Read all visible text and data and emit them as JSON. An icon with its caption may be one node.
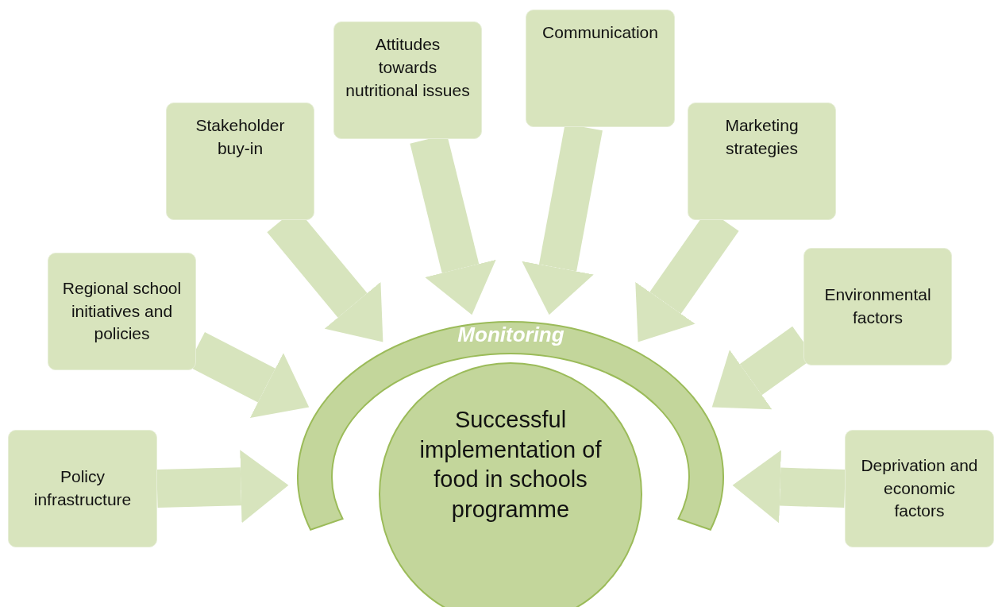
{
  "diagram": {
    "nodes": [
      {
        "text": [
          "Policy infrastructure"
        ]
      },
      {
        "text": [
          "Regional school initiatives and policies"
        ]
      },
      {
        "text": [
          "Stakeholder buy-in"
        ]
      },
      {
        "text": [
          "Attitudes towards nutritional issues"
        ]
      },
      {
        "text": [
          "Communication"
        ]
      },
      {
        "text": [
          "Marketing strategies"
        ]
      },
      {
        "text": [
          "Environmental factors"
        ]
      },
      {
        "text": [
          "Deprivation and economic factors"
        ]
      },
      {
        "text": [
          "Monitoring"
        ]
      },
      {
        "text": [
          "Successful implementation of food in schools programme"
        ]
      }
    ],
    "edges": [
      {
        "from": 0,
        "to": 8,
        "arrow": "to"
      },
      {
        "from": 1,
        "to": 8,
        "arrow": "to"
      },
      {
        "from": 2,
        "to": 8,
        "arrow": "to"
      },
      {
        "from": 3,
        "to": 8,
        "arrow": "to"
      },
      {
        "from": 4,
        "to": 8,
        "arrow": "to"
      },
      {
        "from": 5,
        "to": 8,
        "arrow": "to"
      },
      {
        "from": 6,
        "to": 8,
        "arrow": "to"
      },
      {
        "from": 7,
        "to": 8,
        "arrow": "to"
      }
    ]
  }
}
